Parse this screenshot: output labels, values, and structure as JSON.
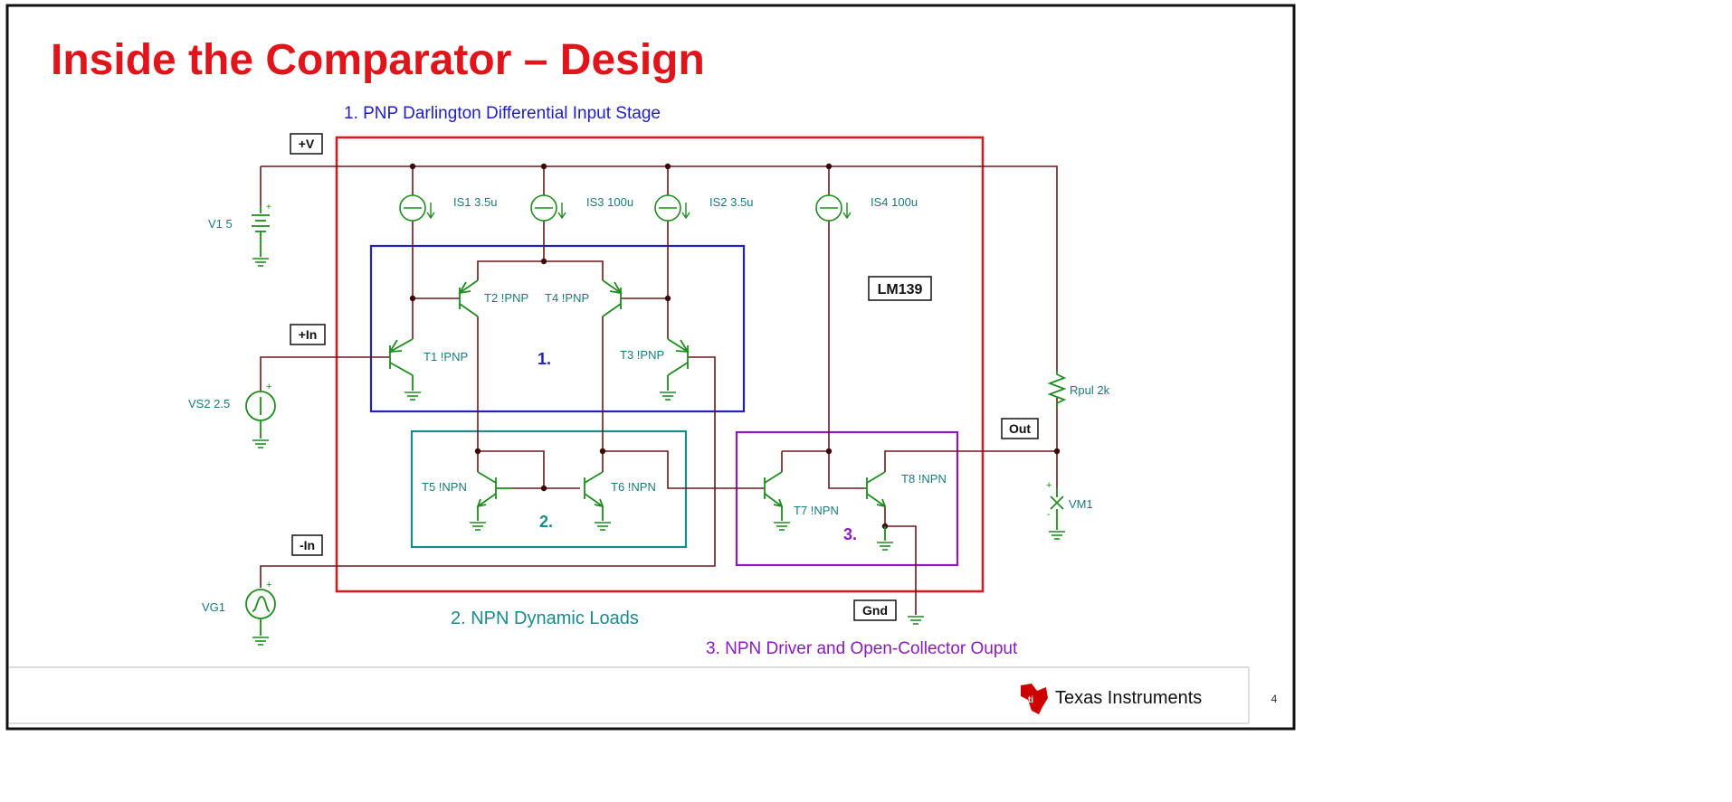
{
  "slide": {
    "title": "Inside the Comparator – Design",
    "page_number": "4"
  },
  "colors": {
    "title": "#e0141b",
    "wire": "#6b1a1a",
    "component": "#1e8c1e",
    "label": "#1a7a7a",
    "stage1": "#2020c0",
    "stage2": "#1a8a8a",
    "stage3": "#8a1ac0",
    "outer_box": "#e0141b"
  },
  "stages": {
    "stage1_caption": "1. PNP Darlington Differential Input Stage",
    "stage2_caption": "2. NPN Dynamic Loads",
    "stage3_caption": "3. NPN Driver and Open-Collector Ouput",
    "stage1_marker": "1.",
    "stage2_marker": "2.",
    "stage3_marker": "3."
  },
  "ports": {
    "vplus": "+V",
    "in_plus": "+In",
    "in_minus": "-In",
    "out": "Out",
    "gnd": "Gnd",
    "chip": "LM139"
  },
  "components": {
    "v1": "V1 5",
    "vs2": "VS2 2.5",
    "vg1": "VG1",
    "is1": "IS1 3.5u",
    "is3": "IS3 100u",
    "is2": "IS2 3.5u",
    "is4": "IS4 100u",
    "t1": "T1 !PNP",
    "t2": "T2 !PNP",
    "t3": "T3 !PNP",
    "t4": "T4 !PNP",
    "t5": "T5 !NPN",
    "t6": "T6 !NPN",
    "t7": "T7 !NPN",
    "t8": "T8 !NPN",
    "rpul": "Rpul 2k",
    "vm1": "VM1"
  },
  "footer": {
    "brand": "Texas Instruments",
    "logo_icon": "ti-logo-icon"
  }
}
